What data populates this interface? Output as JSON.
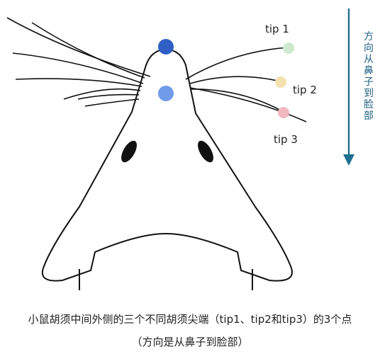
{
  "labels": {
    "tip1": "tip 1",
    "tip2": "tip 2",
    "tip3": "tip 3"
  },
  "direction": {
    "text": "方向从鼻子到脸部",
    "color": "#1f6f8f"
  },
  "caption": {
    "line1": "小鼠胡须中间外侧的三个不同胡须尖端（tip1、tip2和tip3）的3个点",
    "line2": "（方向是从鼻子到脸部）"
  },
  "colors": {
    "nose_dot": "#2f5fc4",
    "center_dot": "#6f9be8",
    "tip1": "#cfe8cf",
    "tip2": "#f5e0b0",
    "tip3": "#f2b8bf",
    "outline": "#111111"
  }
}
